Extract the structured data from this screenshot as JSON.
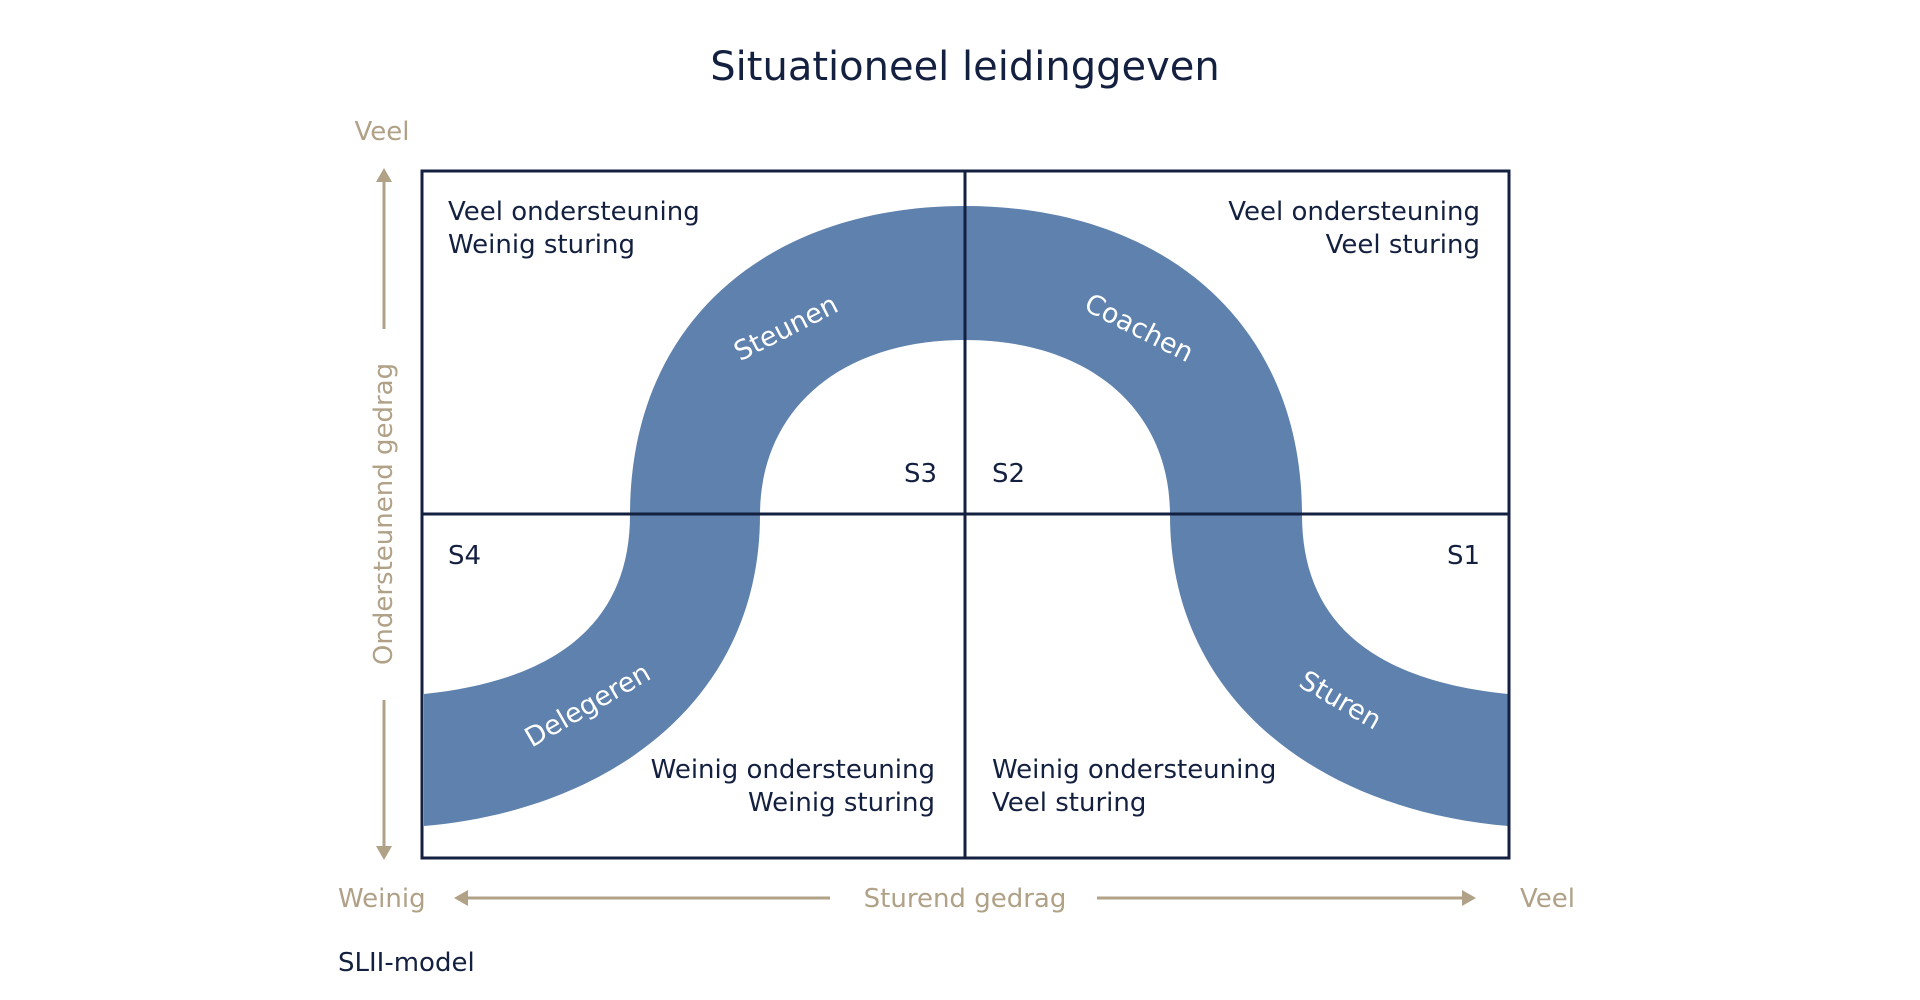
{
  "title": "Situationeel leidinggeven",
  "caption": "SLII-model",
  "colors": {
    "navy": "#14203f",
    "band": "#5e81ad",
    "axis": "#b0a187",
    "background": "#ffffff"
  },
  "quadrants": {
    "top_left": {
      "line1": "Veel ondersteuning",
      "line2": "Weinig sturing"
    },
    "top_right": {
      "line1": "Veel ondersteuning",
      "line2": "Veel sturing"
    },
    "bottom_left": {
      "line1": "Weinig ondersteuning",
      "line2": "Weinig sturing"
    },
    "bottom_right": {
      "line1": "Weinig ondersteuning",
      "line2": "Veel sturing"
    }
  },
  "stages": {
    "s1": "S1",
    "s2": "S2",
    "s3": "S3",
    "s4": "S4"
  },
  "styles": {
    "steunen": "Steunen",
    "coachen": "Coachen",
    "delegeren": "Delegeren",
    "sturen": "Sturen"
  },
  "axes": {
    "y_label": "Ondersteunend gedrag",
    "y_top": "Veel",
    "x_label": "Sturend gedrag",
    "x_left": "Weinig",
    "x_right": "Veel"
  }
}
